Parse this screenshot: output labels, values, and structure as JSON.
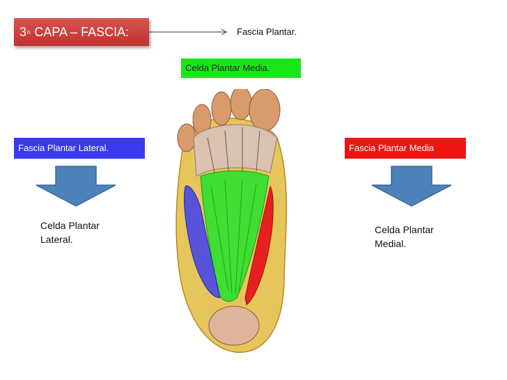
{
  "title": "3◦ CAPA – FASCIA:",
  "arrow_target": "Fascia Plantar.",
  "green_label": "Celda Plantar Media.",
  "left": {
    "label": "Fascia Plantar Lateral.",
    "cell_line1": "Celda Plantar",
    "cell_line2": "Lateral."
  },
  "right": {
    "label": "Fascia Plantar Media",
    "cell_line1": "Celda Plantar",
    "cell_line2": "Medial."
  },
  "colors": {
    "title_bg": "#c9403b",
    "green": "#19e619",
    "blue": "#3a3af0",
    "red": "#f01414",
    "arrow": "#4f81bd"
  }
}
